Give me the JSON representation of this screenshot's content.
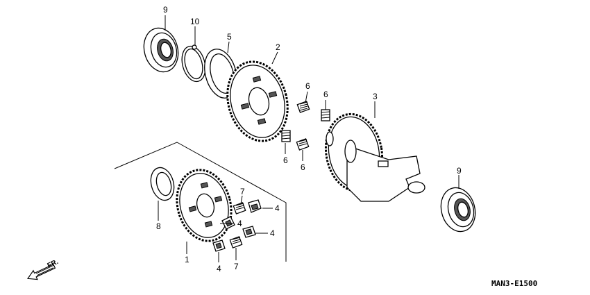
{
  "callouts": {
    "bearing_top": "9",
    "circlip": "10",
    "shim_ring": "5",
    "gear_large": "2",
    "spring_a": "6",
    "spring_b": "6",
    "spring_c": "6",
    "spring_d": "6",
    "shaft": "3",
    "bearing_right": "9",
    "washer": "8",
    "gear_small": "1",
    "spring_e": "7",
    "spring_f": "7",
    "damper_a": "4",
    "damper_b": "4",
    "damper_c": "4",
    "damper_d": "4"
  },
  "direction_label": "FR.",
  "diagram_code": "MAN3-E1500",
  "colors": {
    "line": "#000000",
    "background": "#ffffff",
    "shade": "#555555"
  }
}
